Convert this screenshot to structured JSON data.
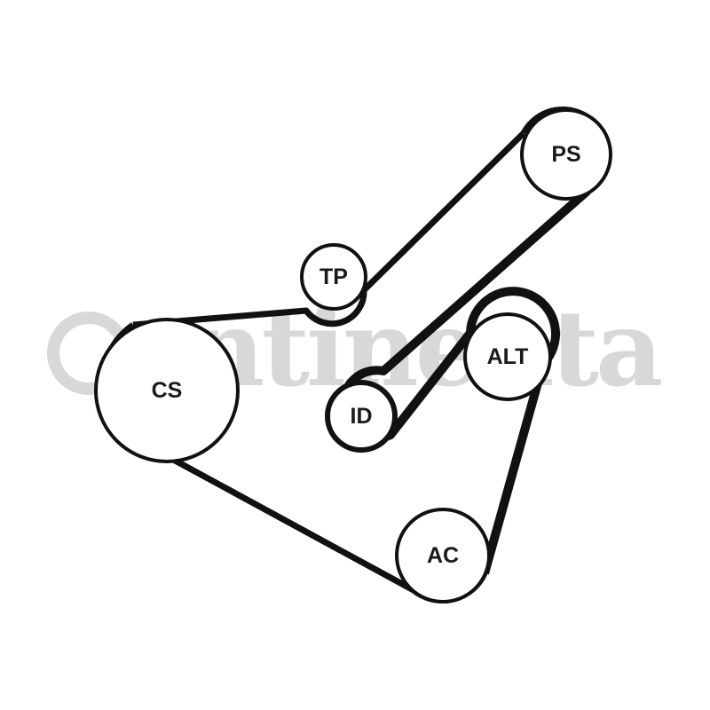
{
  "watermark": {
    "text": "ontinenta"
  },
  "pulleys": {
    "ps": {
      "label": "PS"
    },
    "tp": {
      "label": "TP"
    },
    "cs": {
      "label": "CS"
    },
    "alt": {
      "label": "ALT"
    },
    "id": {
      "label": "ID"
    },
    "ac": {
      "label": "AC"
    }
  }
}
